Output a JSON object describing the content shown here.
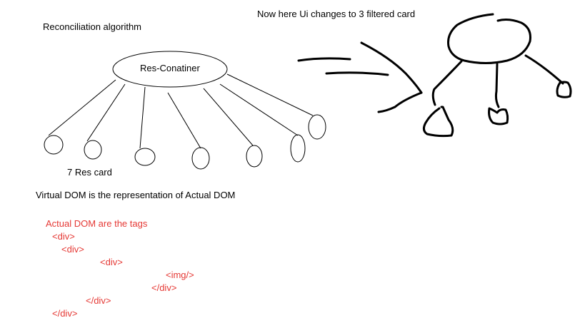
{
  "diagram": {
    "title": "Reconciliation algorithm",
    "root_label": "Res-Conatiner",
    "children_caption": "7 Res card",
    "right_caption": "Now here Ui changes to 3 filtered card",
    "vdom_note": "Virtual DOM is the representation of Actual DOM"
  },
  "actual_dom": {
    "heading": "Actual DOM are the tags",
    "lines": [
      "<div>",
      "<div>",
      "<div>",
      "<img/>",
      "</div>",
      "</div>",
      "</div>"
    ]
  },
  "colors": {
    "ink": "#000000",
    "note_red": "#e53935",
    "background": "#ffffff"
  }
}
